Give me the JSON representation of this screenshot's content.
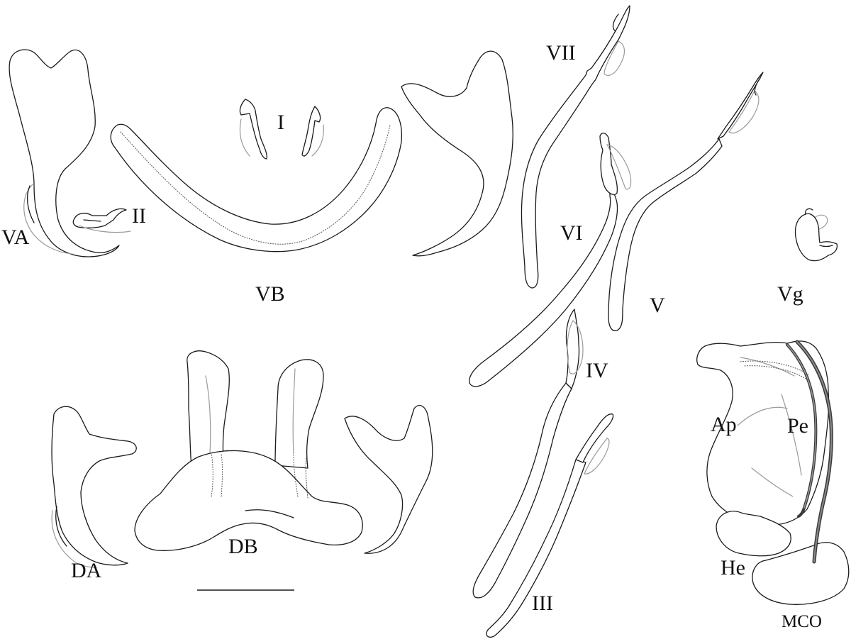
{
  "labels": {
    "va": "VA",
    "ii": "II",
    "i": "I",
    "vb": "VB",
    "vii": "VII",
    "vi": "VI",
    "v": "V",
    "iv": "IV",
    "iii": "III",
    "vg": "Vg",
    "da": "DA",
    "db": "DB",
    "ap": "Ap",
    "pe": "Pe",
    "he": "He",
    "mco": "MCO"
  }
}
